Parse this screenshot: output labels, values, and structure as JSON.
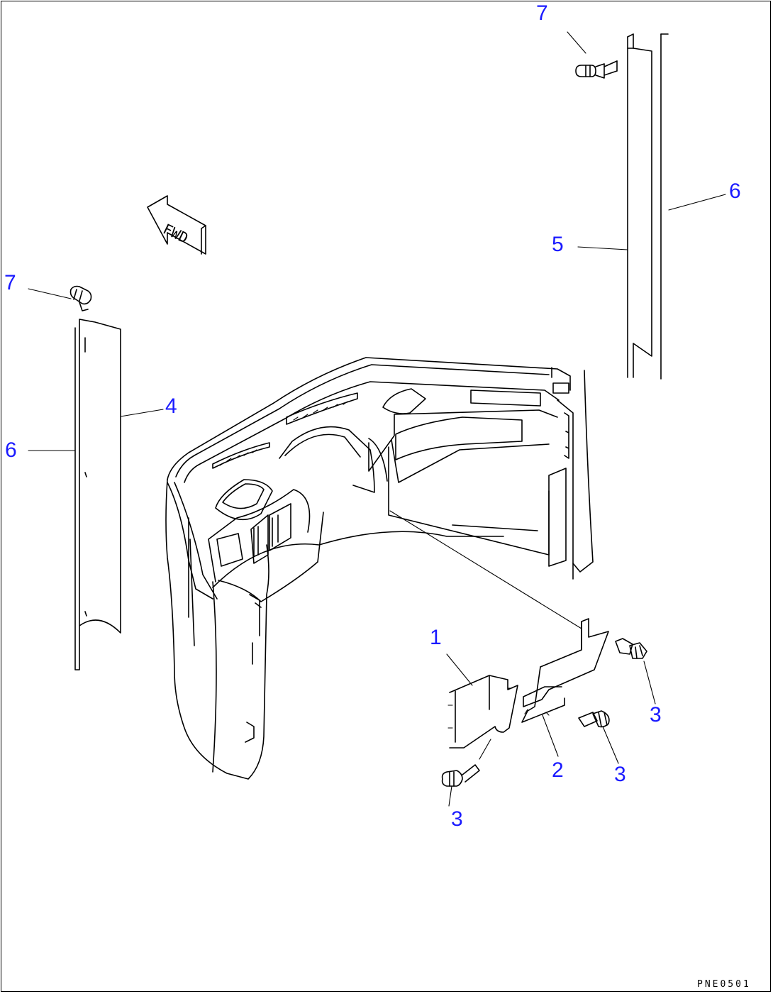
{
  "callouts": {
    "part_7_top": "7",
    "part_6_right": "6",
    "part_5": "5",
    "part_7_left": "7",
    "part_4": "4",
    "part_6_left": "6",
    "part_1": "1",
    "part_3_right": "3",
    "part_3_middle": "3",
    "part_2": "2",
    "part_3_bottom": "3"
  },
  "direction_marker": "FWD",
  "drawing_code": "PNE0501",
  "colors": {
    "callout": "#1a1aff",
    "line": "#000000",
    "background": "#ffffff"
  }
}
